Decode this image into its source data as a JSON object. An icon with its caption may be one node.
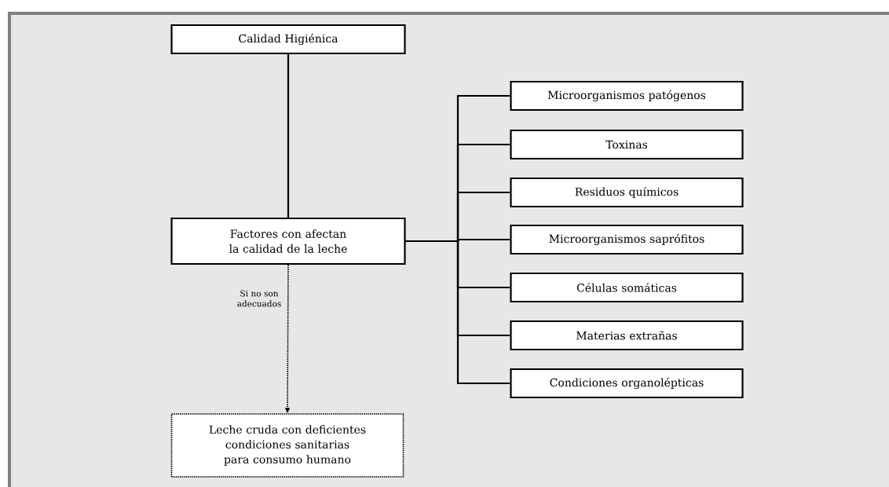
{
  "diagram": {
    "nodes": [
      {
        "text": [
          "Calidad Higiénica"
        ]
      },
      {
        "text": [
          "Factores con afectan la calidad de la leche"
        ]
      },
      {
        "text": [
          "Leche cruda con deficientes condiciones sanitarias para consumo humano"
        ]
      },
      {
        "text": [
          "Microorganismos patógenos"
        ]
      },
      {
        "text": [
          "Toxinas"
        ]
      },
      {
        "text": [
          "Residuos químicos"
        ]
      },
      {
        "text": [
          "Microorganismos saprófitos"
        ]
      },
      {
        "text": [
          "Células somáticas"
        ]
      },
      {
        "text": [
          "Materias extrañas"
        ]
      },
      {
        "text": [
          "Condiciones organolépticas"
        ]
      }
    ],
    "edges": [
      {
        "from": 0,
        "to": 1,
        "arrow": "none"
      },
      {
        "from": 1,
        "to": 2,
        "arrow": "to",
        "style": "dashed",
        "label": "Si no son adecuados"
      },
      {
        "from": 1,
        "to": 3,
        "arrow": "none"
      },
      {
        "from": 1,
        "to": 4,
        "arrow": "none"
      },
      {
        "from": 1,
        "to": 5,
        "arrow": "none"
      },
      {
        "from": 1,
        "to": 6,
        "arrow": "none"
      },
      {
        "from": 1,
        "to": 7,
        "arrow": "none"
      },
      {
        "from": 1,
        "to": 8,
        "arrow": "none"
      },
      {
        "from": 1,
        "to": 9,
        "arrow": "none"
      }
    ]
  }
}
